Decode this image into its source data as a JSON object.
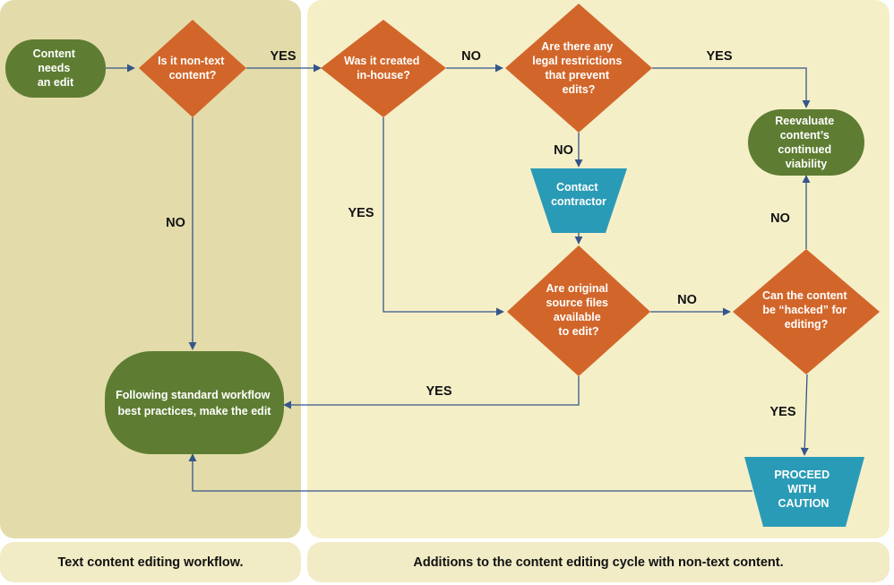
{
  "colors": {
    "decision": "#d2662a",
    "terminal": "#5e7d32",
    "action": "#2a9bb7",
    "arrow": "#34568a",
    "left_panel": "#e3dcaa",
    "right_panel": "#f5efc8"
  },
  "nodes": {
    "start": [
      "Content",
      "needs",
      "an edit"
    ],
    "non_text": [
      "Is it non-text",
      "content?"
    ],
    "in_house": [
      "Was it created",
      "in-house?"
    ],
    "legal": [
      "Are there any",
      "legal restrictions",
      "that prevent",
      "edits?"
    ],
    "contact": [
      "Contact",
      "contractor"
    ],
    "source_files": [
      "Are original",
      "source files",
      "available",
      "to edit?"
    ],
    "hacked": [
      "Can the content",
      "be “hacked” for",
      "editing?"
    ],
    "reevaluate": [
      "Reevaluate",
      "content’s",
      "continued",
      "viability"
    ],
    "standard": [
      "Following standard workflow",
      "best practices, make the edit"
    ],
    "caution": [
      "PROCEED",
      "WITH",
      "CAUTION"
    ]
  },
  "edge_labels": {
    "non_text_yes": "YES",
    "non_text_no": "NO",
    "in_house_no": "NO",
    "in_house_yes": "YES",
    "legal_yes": "YES",
    "legal_no": "NO",
    "source_no": "NO",
    "source_yes": "YES",
    "hacked_no": "NO",
    "hacked_yes": "YES"
  },
  "captions": {
    "left": "Text content editing workflow.",
    "right": "Additions to the content editing cycle with non-text content."
  }
}
